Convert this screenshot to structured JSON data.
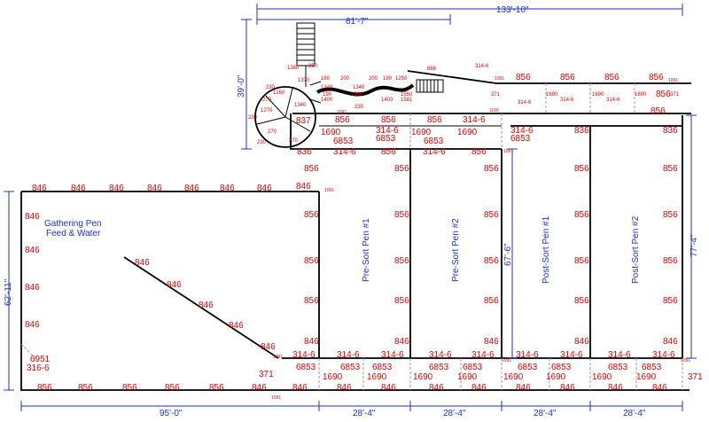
{
  "colors": {
    "panel_labels": "#dd0000",
    "pen_labels": "#1a2fd8",
    "dimensions": "#1a2fd8",
    "walls": "#000000",
    "gates": "#9a9a9a"
  },
  "dimensions": {
    "overall_width": "133'-10\"",
    "alley_width": "61'-7\"",
    "alley_height": "39'-0\"",
    "gathering_height": "62'-11\"",
    "pens_height": "67'-6\"",
    "right_height": "77'-4\"",
    "gathering_width": "95'-0\"",
    "pen_width": "28'-4\""
  },
  "pens": {
    "gathering_line1": "Gathering Pen",
    "gathering_line2": "Feed & Water",
    "presort1": "Pre-Sort Pen #1",
    "presort2": "Pre-Sort Pen #2",
    "postsort1": "Post-Sort Pen #1",
    "postsort2": "Post-Sort Pen #2"
  },
  "labels": {
    "p856": "856",
    "p846": "846",
    "p836": "836",
    "p837": "837",
    "p1690": "1690",
    "p6853": "6853",
    "p3146": "314-6",
    "p371": "371",
    "p6951": "6951",
    "p3166": "316-6",
    "p866": "866",
    "p1091": "1091",
    "p1100": "1100",
    "p3146_6853": "314-6 6853",
    "p1690_small": "1690",
    "p180": "180",
    "p190": "190",
    "p200": "200",
    "p250": "250",
    "p230": "230",
    "p270": "270",
    "p1340": "1340",
    "p1380": "1380",
    "p1400": "1400",
    "p1403": "1403",
    "p1370": "1370",
    "p1250": "1250",
    "p1260": "1260",
    "p1270": "1270",
    "p1550": "1550",
    "p1581": "1581"
  }
}
